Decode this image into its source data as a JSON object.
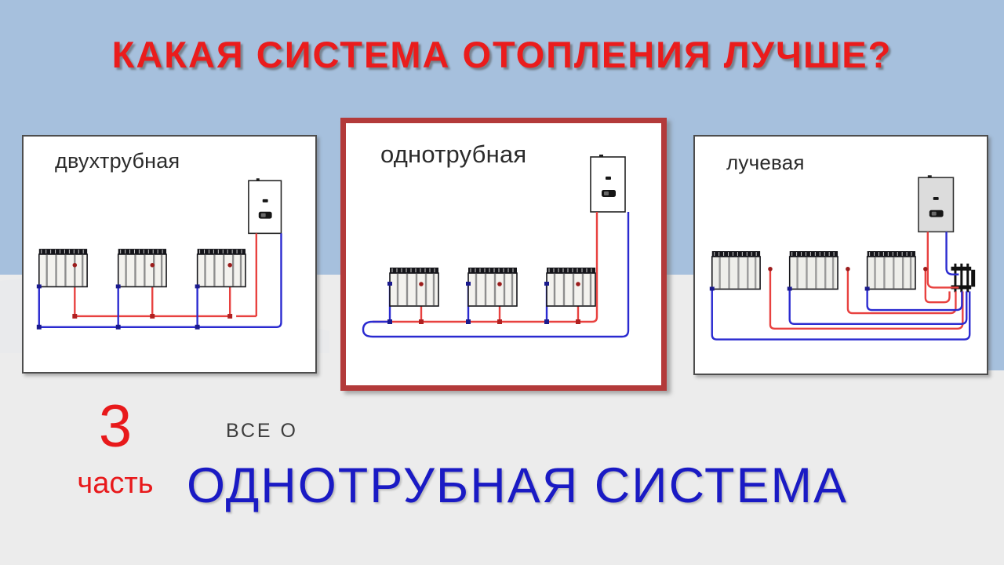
{
  "title": "КАКАЯ  СИСТЕМА  ОТОПЛЕНИЯ  ЛУЧШЕ?",
  "panels": [
    {
      "id": "two-pipe",
      "caption": "двухтрубная",
      "highlighted": false,
      "components": {
        "boiler": "boiler-unit",
        "radiator_count": 3,
        "supply_pipe_color": "#e8413f",
        "return_pipe_color": "#2a2ad0"
      }
    },
    {
      "id": "one-pipe",
      "caption": "однотрубная",
      "highlighted": true,
      "highlight_color": "#b33a3a",
      "components": {
        "boiler": "boiler-unit",
        "radiator_count": 3,
        "supply_pipe_color": "#e8413f",
        "return_pipe_color": "#2a2ad0"
      }
    },
    {
      "id": "radial",
      "caption": "лучевая",
      "highlighted": false,
      "components": {
        "boiler": "boiler-unit",
        "manifold": "manifold-unit",
        "radiator_count": 3,
        "supply_pipe_color": "#e8413f",
        "return_pipe_color": "#2a2ad0"
      }
    }
  ],
  "footer": {
    "part_number": "3",
    "part_word": "часть",
    "all_about": "ВСЕ  О",
    "subtitle": "ОДНОТРУБНАЯ  СИСТЕМА"
  },
  "colors": {
    "title_red": "#ea1c1c",
    "subtitle_blue": "#1a1ac4",
    "accent_red": "#e8191b",
    "background_blue": "#a6c0dd",
    "background_gray": "#ececec",
    "panel_border": "#4d4d4d",
    "highlight_border": "#b33a3a"
  }
}
